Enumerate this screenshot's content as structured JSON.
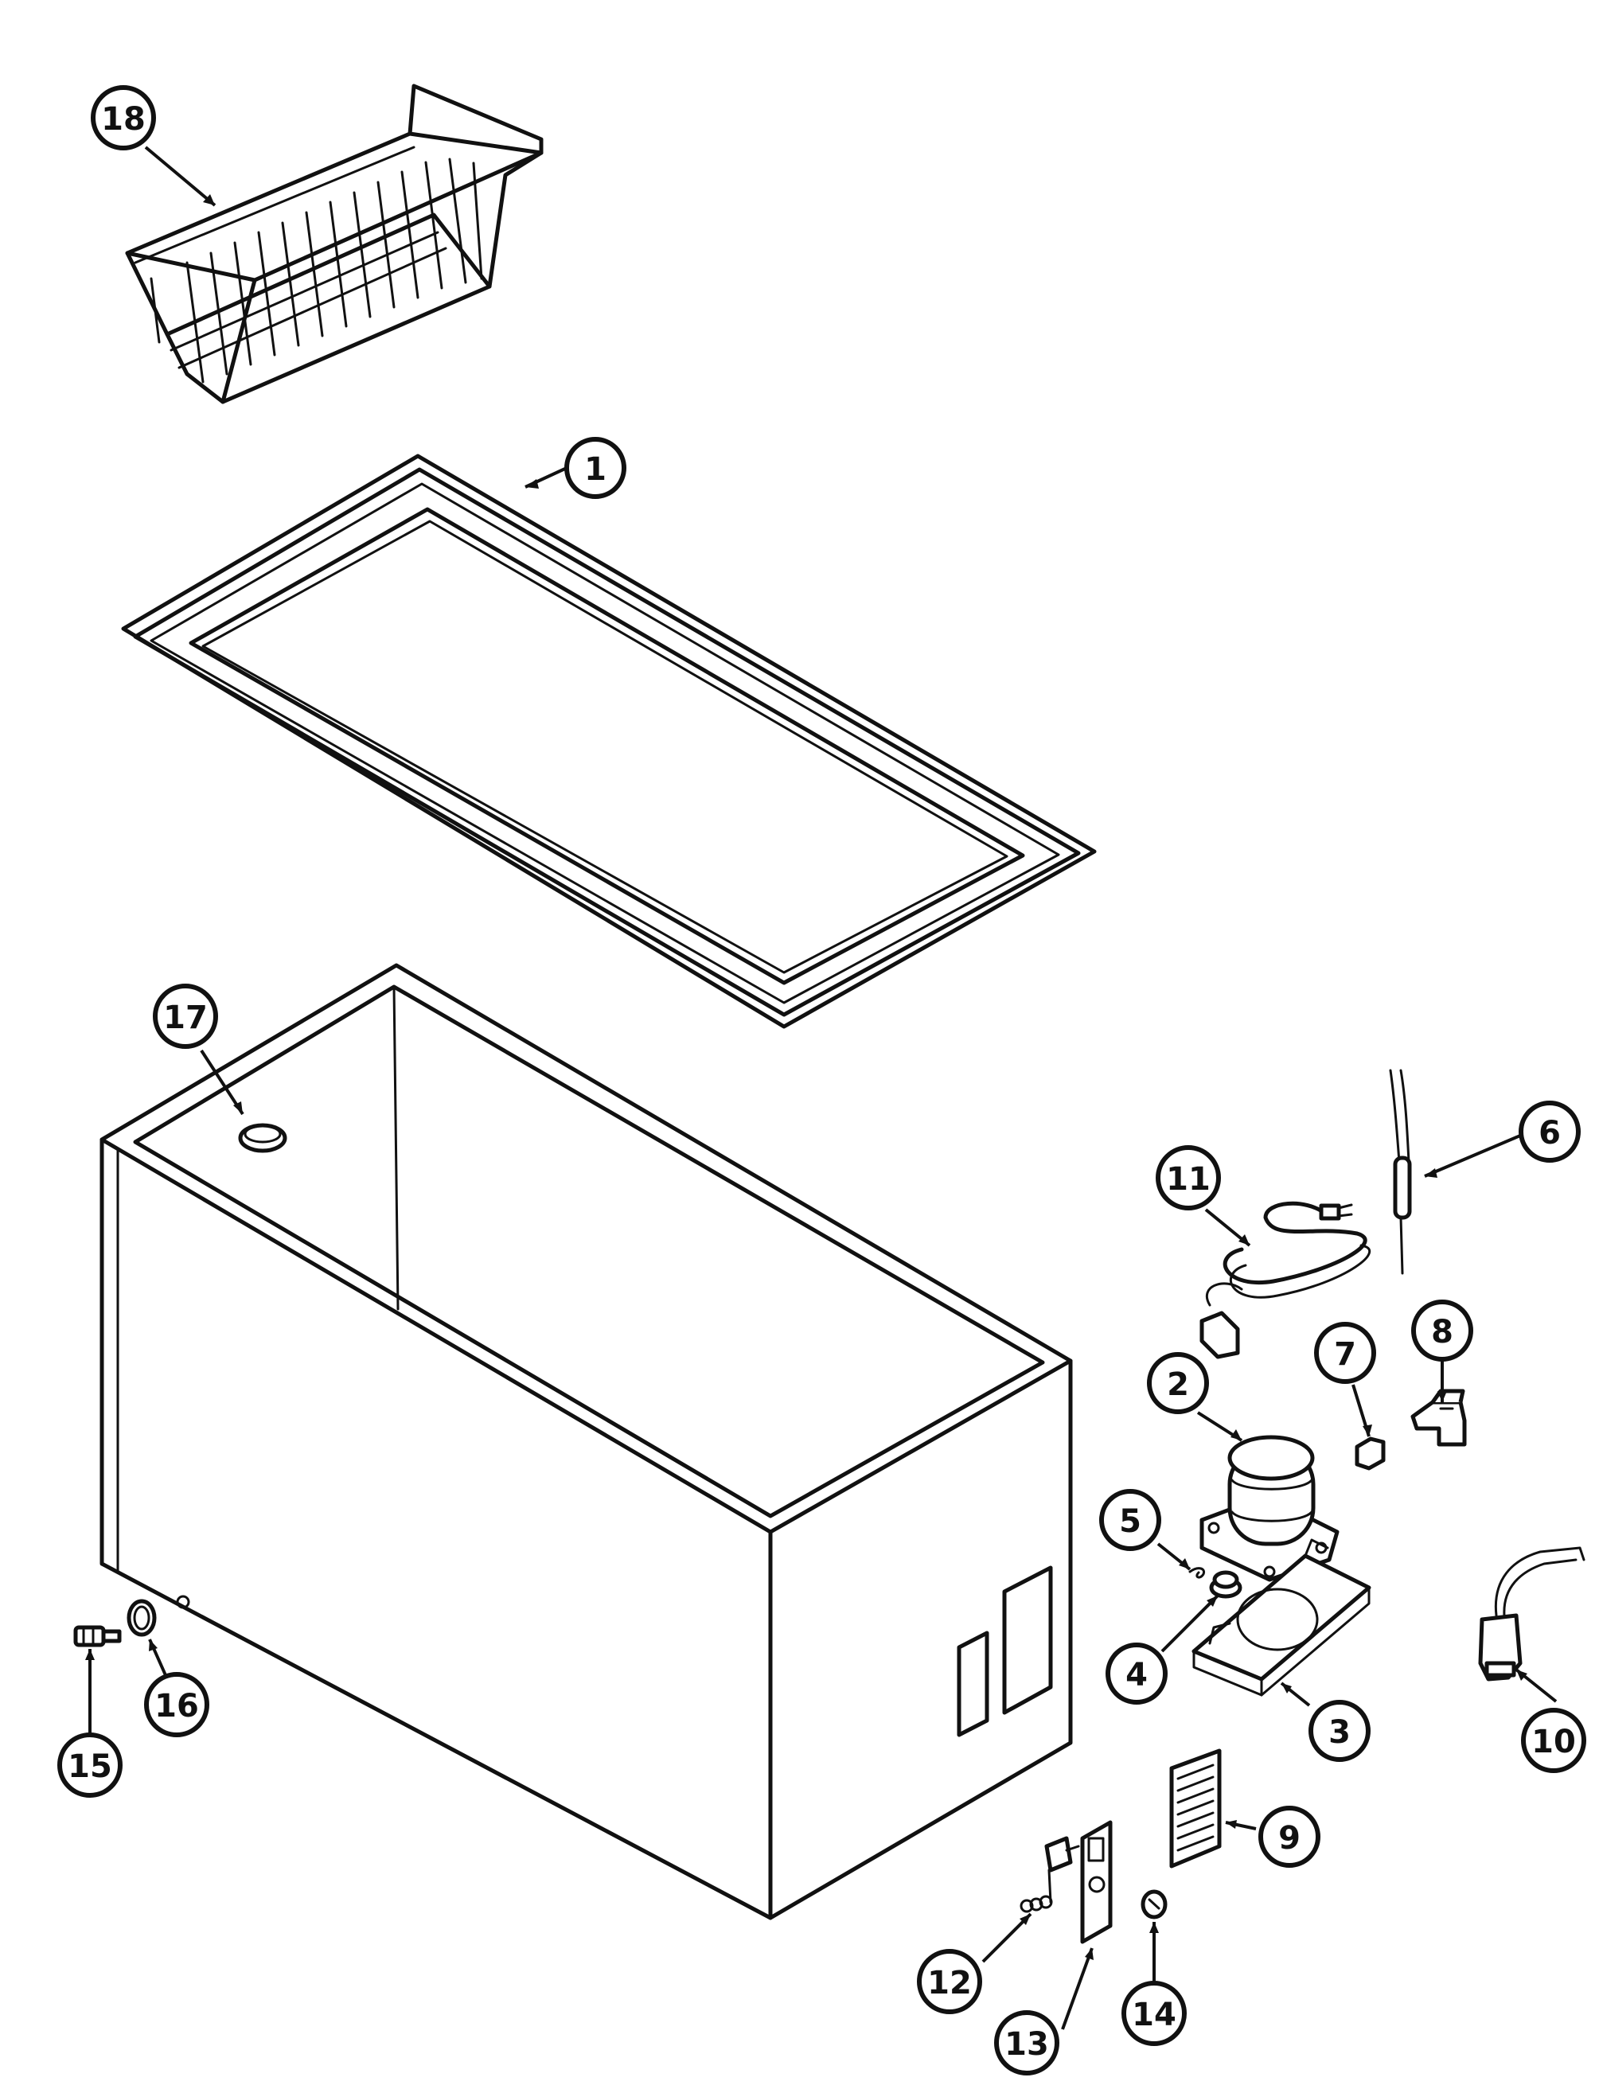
{
  "diagram": {
    "callouts": [
      {
        "id": "1",
        "label": "1",
        "part": "lid"
      },
      {
        "id": "2",
        "label": "2",
        "part": "compressor"
      },
      {
        "id": "3",
        "label": "3",
        "part": "compressor-base-plate"
      },
      {
        "id": "4",
        "label": "4",
        "part": "grommet"
      },
      {
        "id": "5",
        "label": "5",
        "part": "clip"
      },
      {
        "id": "6",
        "label": "6",
        "part": "sensor-wire"
      },
      {
        "id": "7",
        "label": "7",
        "part": "overload"
      },
      {
        "id": "8",
        "label": "8",
        "part": "relay"
      },
      {
        "id": "9",
        "label": "9",
        "part": "vent-grille"
      },
      {
        "id": "10",
        "label": "10",
        "part": "harness-connector"
      },
      {
        "id": "11",
        "label": "11",
        "part": "power-cord"
      },
      {
        "id": "12",
        "label": "12",
        "part": "control-switch"
      },
      {
        "id": "13",
        "label": "13",
        "part": "control-plate"
      },
      {
        "id": "14",
        "label": "14",
        "part": "knob"
      },
      {
        "id": "15",
        "label": "15",
        "part": "drain-fitting"
      },
      {
        "id": "16",
        "label": "16",
        "part": "drain-cap"
      },
      {
        "id": "17",
        "label": "17",
        "part": "drain-plug"
      },
      {
        "id": "18",
        "label": "18",
        "part": "wire-basket"
      }
    ],
    "colors": {
      "line": "#111111",
      "background": "#ffffff"
    }
  }
}
